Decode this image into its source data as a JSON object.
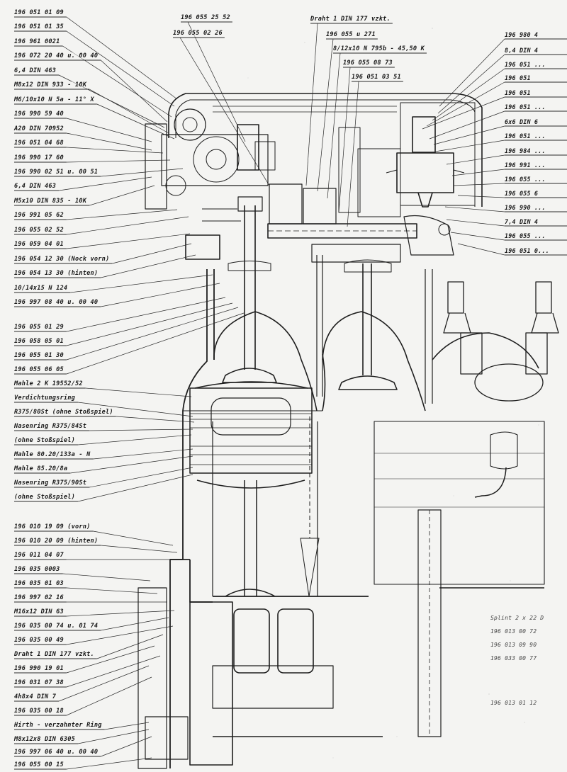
{
  "drawing": {
    "left_labels": [
      "196 051 01 09",
      "196 051 01 35",
      "196 961 0021",
      "196 072 20 40 u. 00 40",
      "6,4 DIN 463",
      "M8x12 DIN 933 - 10K",
      "M6/10x10 N   5a - 11° X",
      "196 990 59 40",
      "A20 DIN 70952",
      "196 051 04 68",
      "196 990 17 60",
      "196 990 02 51 u. 00 51",
      "6,4 DIN 463",
      "M5x10 DIN 835 - 10K",
      "196 991 05 62",
      "196 055 02 52",
      "196 059 04 01",
      "196 054 12 30 (Nock vorn)",
      "196 054 13 30 (hinten)",
      "10/14x15 N 124",
      "196 997 08 40 u. 00 40",
      "196 055 01 29",
      "196 058 05 01",
      "196 055 01 30",
      "196 055 06 05",
      "Mahle 2 K 19552/52",
      "Verdichtungsring",
      "R375/80St (ohne Stoßspiel)",
      "Nasenring R375/84St",
      "(ohne Stoßspiel)",
      "Mahle 80.20/133a - N",
      "Mahle 85.20/8a",
      "Nasenring R375/90St",
      "(ohne Stoßspiel)",
      "196 010 19 09 (vorn)",
      "196 010 20 09 (hinten)",
      "196 011 04 07",
      "196 035 0003",
      "196 035 01 03",
      "196 997 02 16",
      "M16x12 DIN 63",
      "196 035 00 74 u. 01 74",
      "196 035 00 49",
      "Draht 1 DIN 177 vzkt.",
      "196 990 19 01",
      "196 031 07 38",
      "4h8x4 DIN 7",
      "196 035 00 18",
      "Hirth - verzahnter Ring",
      "M8x12x8 DIN 6305",
      "196 997 06 40 u. 00 40",
      "196 055 00 15"
    ],
    "top_labels": [
      "196 055 25 52",
      "196 055 02 26",
      "Draht 1 DIN 177 vzkt.",
      "196 055 u 271",
      "8/12x10 N 795b - 45,50 K",
      "196 055 08 73",
      "196 051 03 51"
    ],
    "right_labels": [
      "196 980 4",
      "8,4 DIN 4",
      "196 051 ...",
      "196 051",
      "196 051",
      "196 051 ...",
      "6x6 DIN 6",
      "196 051 ...",
      "196 984 ...",
      "196 991 ...",
      "196 055 ...",
      "196 055 6",
      "196 990 ...",
      "7,4 DIN 4",
      "196 055 ...",
      "196 051 0..."
    ],
    "lower_right_labels": [
      "Splint 2 x 22 D",
      "196 013 00 72",
      "196 013 09 90",
      "196 033 00 77",
      "196 013 01 12"
    ]
  }
}
